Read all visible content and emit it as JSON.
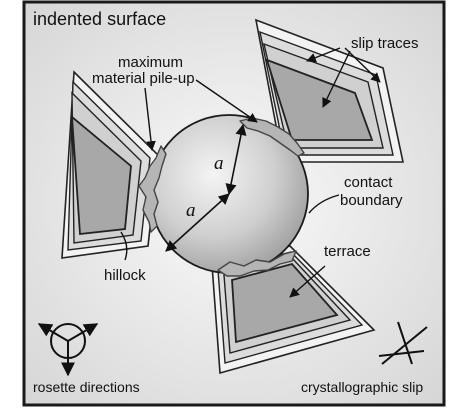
{
  "diagram": {
    "labels": {
      "indented_surface": "indented surface",
      "max_pileup_line1": "maximum",
      "max_pileup_line2": "material pile-up",
      "slip_traces": "slip traces",
      "radius_vertical": "a",
      "radius_diagonal": "a",
      "contact_line1": "contact",
      "contact_line2": "boundary",
      "terrace": "terrace",
      "hillock": "hillock",
      "rosette_directions": "rosette directions",
      "crystallographic_slip": "crystallographic slip"
    },
    "colors": {
      "panel_bg": "#e6e6e6",
      "panel_border": "#222222",
      "triangle_fill_outer": "#dcdcdc",
      "triangle_fill_inner": "#a6a6a6",
      "sphere_light": "#f2f2f2",
      "sphere_dark": "#a8a8a8",
      "pileup": "#b8b8b8"
    }
  }
}
